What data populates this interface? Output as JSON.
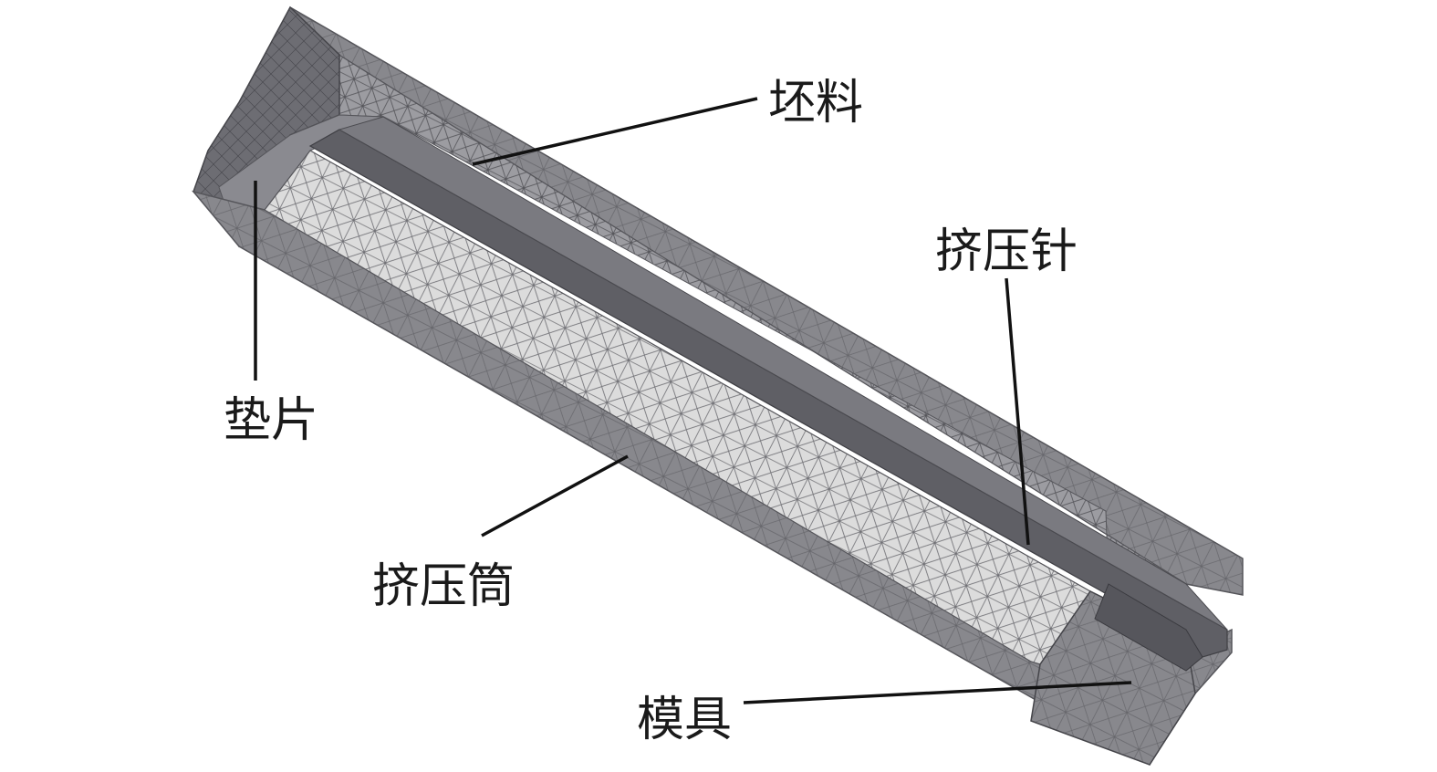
{
  "labels": {
    "billet": "坯料",
    "mandrel": "挤压针",
    "dummy_block": "垫片",
    "container": "挤压筒",
    "die": "模具"
  },
  "colors": {
    "outer_shell": "#8a8a8e",
    "outer_shell_dark": "#6f6f74",
    "inner_face": "#7c7c82",
    "billet_mesh_light": "#d9d9d9",
    "billet_mesh_dark": "#9a9a9e",
    "mandrel": "#5e5e64",
    "mesh_line": "#4a4a4f"
  }
}
